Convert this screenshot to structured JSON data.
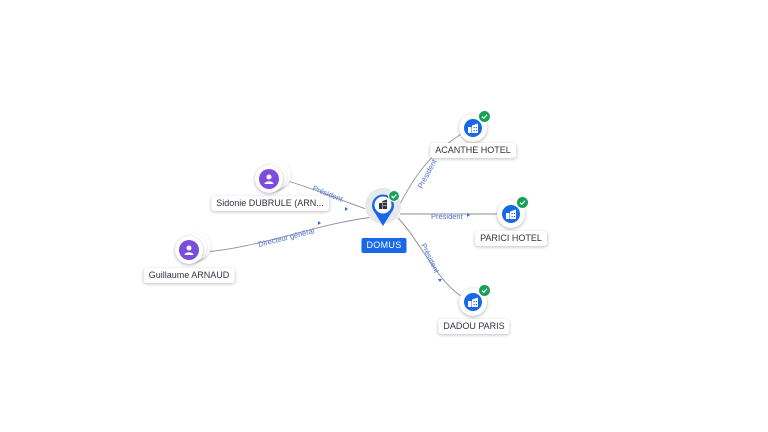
{
  "focus": {
    "label": "DOMUS",
    "color": "#1868e8",
    "icon": "building-icon"
  },
  "companies": [
    {
      "id": "acanthe",
      "label": "ACANTHE HOTEL",
      "icon": "building-icon"
    },
    {
      "id": "parici",
      "label": "PARICI HOTEL",
      "icon": "building-icon"
    },
    {
      "id": "dadou",
      "label": "DADOU PARIS",
      "icon": "building-icon"
    }
  ],
  "persons": [
    {
      "id": "sidonie",
      "label": "Sidonie DUBRULE (ARN...",
      "icon": "person-icon"
    },
    {
      "id": "guillaume",
      "label": "Guillaume ARNAUD",
      "icon": "person-icon"
    }
  ],
  "edges": [
    {
      "from": "focus",
      "to": "acanthe",
      "label": "Président"
    },
    {
      "from": "focus",
      "to": "parici",
      "label": "Président"
    },
    {
      "from": "focus",
      "to": "dadou",
      "label": "Président"
    },
    {
      "from": "sidonie",
      "to": "focus",
      "label": "Président"
    },
    {
      "from": "guillaume",
      "to": "focus",
      "label": "Directeur général"
    }
  ],
  "colors": {
    "company": "#1868e8",
    "person": "#7c4ddd",
    "verified": "#18a058",
    "edge_label": "#4a6fd8"
  }
}
